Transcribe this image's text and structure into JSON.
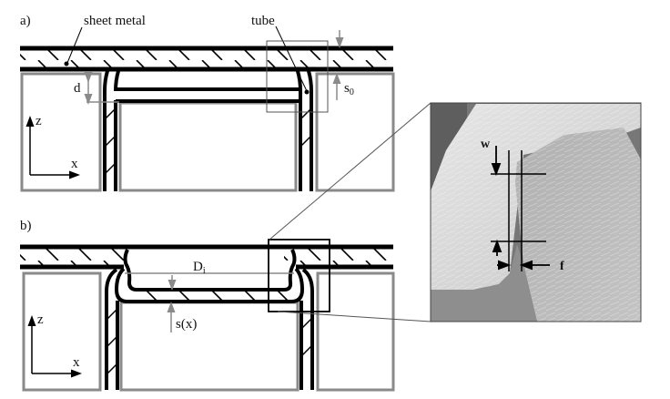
{
  "panel_a": {
    "label": "a)",
    "sheet_label": "sheet metal",
    "tube_label": "tube",
    "gap_label": "d",
    "thickness_label": "s",
    "thickness_sub": "0",
    "axis_z": "z",
    "axis_x": "x"
  },
  "panel_b": {
    "label": "b)",
    "diameter_label": "D",
    "diameter_sub": "i",
    "thickness_label": "s(x)",
    "axis_z": "z",
    "axis_x": "x"
  },
  "micrograph": {
    "w_label": "w",
    "f_label": "f"
  },
  "colors": {
    "outline": "#000000",
    "tool": "#8a8a8a"
  }
}
